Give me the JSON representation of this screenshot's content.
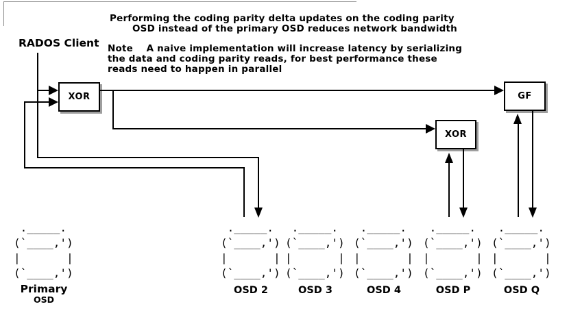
{
  "notes": {
    "line1": "Performing the coding parity delta updates on the coding parity",
    "line2": "OSD instead of the primary OSD reduces network bandwidth",
    "line3": "Note    A naive implementation will increase latency by serializing",
    "line4": "the data and coding parity reads, for best performance these",
    "line5": "reads need to happen in parallel"
  },
  "client": {
    "label": "RADOS Client"
  },
  "operators": [
    {
      "id": "xor-1",
      "label": "XOR"
    },
    {
      "id": "xor-2",
      "label": "XOR"
    },
    {
      "id": "gf",
      "label": "GF"
    }
  ],
  "osds": [
    {
      "id": "primary",
      "label": "Primary",
      "label2": "OSD"
    },
    {
      "id": "osd-2",
      "label": "OSD 2"
    },
    {
      "id": "osd-3",
      "label": "OSD 3"
    },
    {
      "id": "osd-4",
      "label": "OSD 4"
    },
    {
      "id": "osd-p",
      "label": "OSD P"
    },
    {
      "id": "osd-q",
      "label": "OSD Q"
    }
  ],
  "osd_glyph": " ._____. \n(`____,')\n|       |\n(`____,')",
  "colors": {
    "line": "#000000",
    "box_shadow": "#9e9e9e",
    "chrome": "#8a8a8a",
    "background": "#ffffff",
    "text": "#000000"
  }
}
